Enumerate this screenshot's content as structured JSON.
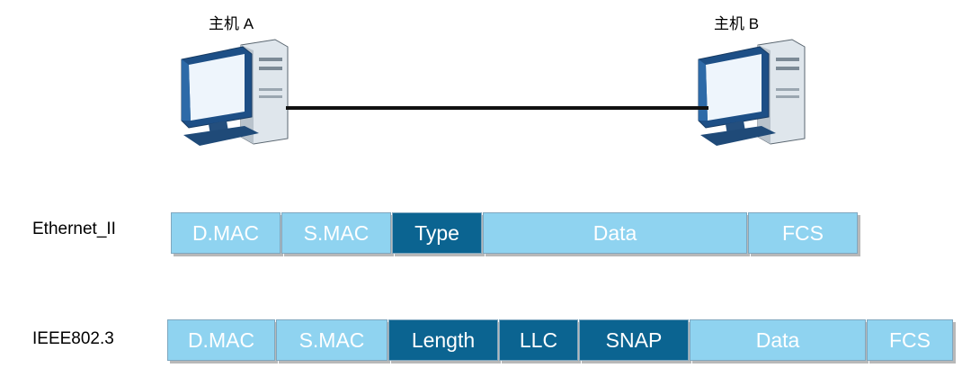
{
  "hosts": {
    "a_label": "主机 A",
    "b_label": "主机 B"
  },
  "ethernet_ii": {
    "label": "Ethernet_II",
    "fields": [
      {
        "name": "D.MAC",
        "style": "light"
      },
      {
        "name": "S.MAC",
        "style": "light"
      },
      {
        "name": "Type",
        "style": "dark"
      },
      {
        "name": "Data",
        "style": "light"
      },
      {
        "name": "FCS",
        "style": "light"
      }
    ]
  },
  "ieee802_3": {
    "label": "IEEE802.3",
    "fields": [
      {
        "name": "D.MAC",
        "style": "light"
      },
      {
        "name": "S.MAC",
        "style": "light"
      },
      {
        "name": "Length",
        "style": "dark"
      },
      {
        "name": "LLC",
        "style": "dark"
      },
      {
        "name": "SNAP",
        "style": "dark"
      },
      {
        "name": "Data",
        "style": "light"
      },
      {
        "name": "FCS",
        "style": "light"
      }
    ]
  },
  "colors": {
    "light_field": "#8fd3f0",
    "dark_field": "#0b6491",
    "cable": "#111111"
  },
  "icons": [
    "desktop-computer-icon",
    "desktop-computer-icon"
  ]
}
